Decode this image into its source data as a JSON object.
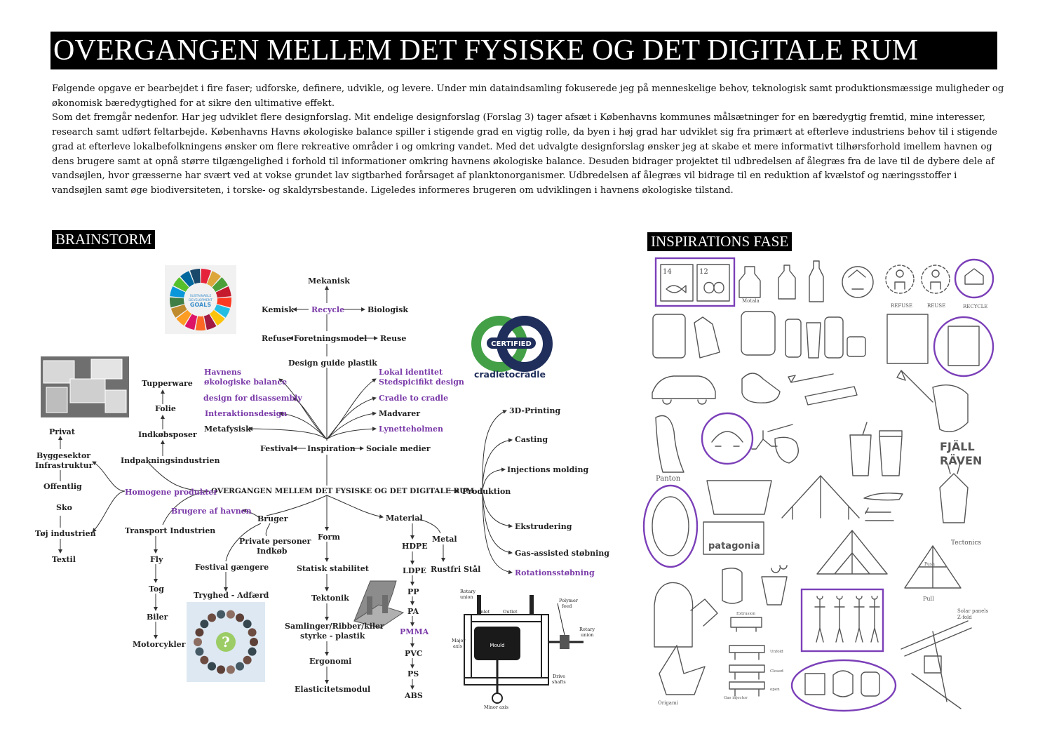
{
  "title": "OVERGANGEN MELLEM DET FYSISKE OG DET DIGITALE RUM",
  "intro": [
    "Følgende opgave er bearbejdet i fire faser; udforske, definere, udvikle, og levere. Under min dataindsamling fokuserede jeg på menneskelige behov, teknologisk samt produktionsmæssige muligheder og økonomisk bæredygtighed for at sikre den ultimative effekt.",
    "Som det fremgår nedenfor. Har jeg udviklet flere designforslag. Mit endelige designforslag (Forslag 3) tager afsæt i Københavns kommunes målsætninger for en bæredygtig fremtid, mine interesser, research samt udført feltarbejde. Københavns Havns økologiske balance spiller i stigende grad en vigtig rolle, da byen i høj grad har udviklet sig fra primært at efterleve industriens behov til i stigende grad at efterleve lokalbefolkningens ønsker om flere rekreative områder i og omkring vandet. Med det udvalgte designforslag ønsker jeg at skabe et mere informativt tilhørsforhold imellem havnen og dens brugere samt at opnå større tilgængelighed i forhold til informationer omkring havnens økologiske balance. Desuden bidrager projektet til udbredelsen af ålegræs fra de lave til de dybere dele af vandsøjlen, hvor græsserne har svært ved at vokse grundet lav sigtbarhed forårsaget af planktonorganismer. Udbredelsen af ålegræs vil bidrage til en reduktion af kvælstof og næringsstoffer i vandsøjlen samt øge biodiversiteten, i torske- og skaldyrsbestande. Ligeledes informeres brugeren om udviklingen i havnens økologiske tilstand."
  ],
  "sections": {
    "brainstorm": "BRAINSTORM",
    "inspiration": "INSPIRATIONS FASE"
  },
  "mindmap": {
    "center": "OVERGANGEN MELLEM DET FYSISKE OG DET DIGITALE RUM",
    "top": {
      "mekanisk": "Mekanisk",
      "kemisk": "Kemisk",
      "recycle": "Recycle",
      "biologisk": "Biologisk",
      "refuse": "Refuse",
      "foretningsmodel": "Foretningsmodel",
      "reuse": "Reuse",
      "design_guide": "Design guide plastik",
      "havnens": "Havnens",
      "okologiske": "økologiske balance",
      "disassembly": "design for disassembly",
      "interaktion": "Interaktionsdesign",
      "metafysisk": "Metafysisk",
      "lokal": "Lokal identitet",
      "stedspecifikt": "Stedspicifikt design",
      "c2c": "Cradle to cradle",
      "madvarer": "Madvarer",
      "lynette": "Lynetteholmen",
      "festival": "Festival",
      "inspiration": "Inspiration",
      "sociale": "Sociale medier"
    },
    "left": {
      "tupperware": "Tupperware",
      "folie": "Folie",
      "indkobsposer": "Indkøbsposer",
      "indpakning": "Indpakningsindustrien",
      "homogene": "Homogene produkter",
      "privat": "Privat",
      "byggesektor": "Byggesektor",
      "infrastruktur": "Infrastruktur",
      "offentlig": "Offentlig",
      "sko": "Sko",
      "toj": "Tøj  industrien",
      "textil": "Textil",
      "transport": "Transport Industrien",
      "fly": "Fly",
      "tog": "Tog",
      "biler": "Biler",
      "motorcykler": "Motorcykler"
    },
    "bottom": {
      "brugere_havn": "Brugere af havnen",
      "bruger": "Bruger",
      "private": "Private personer",
      "indkob": "Indkøb",
      "festival_g": "Festival gængere",
      "tryghed": "Tryghed - Adfærd",
      "form": "Form",
      "statisk": "Statisk stabilitet",
      "tektonik": "Tektonik",
      "samlinger": "Samlinger/Ribber/kiler",
      "styrke": "styrke - plastik",
      "ergonomi": "Ergonomi",
      "elasticitet": "Elasticitetsmodul",
      "material": "Material",
      "hdpe": "HDPE",
      "ldpe": "LDPE",
      "pp": "PP",
      "pa": "PA",
      "pmma": "PMMA",
      "pvc": "PVC",
      "ps": "PS",
      "abs": "ABS",
      "metal": "Metal",
      "rustfri": "Rustfri Stål"
    },
    "right": {
      "produktion": "Produktion",
      "printing": "3D-Printing",
      "casting": "Casting",
      "injection": "Injections molding",
      "ekstrudering": "Ekstrudering",
      "gas": "Gas-assisted støbning",
      "rotation": "Rotationsstøbning"
    }
  },
  "logos": {
    "sdg_line1": "SUSTAINABLE",
    "sdg_line2": "DEVELOPMENT",
    "sdg_line3": "GOALS",
    "c2c_badge": "CERTIFIED",
    "c2c_word": "cradletocradle",
    "sdg_colors": [
      "#e5243b",
      "#dda63a",
      "#4c9f38",
      "#c5192d",
      "#ff3a21",
      "#26bde2",
      "#fcc30b",
      "#a21942",
      "#fd6925",
      "#dd1367",
      "#fd9d24",
      "#bf8b2e",
      "#3f7e44",
      "#0a97d9",
      "#56c02b",
      "#00689d",
      "#19486a"
    ],
    "c2c_colors": {
      "green": "#43a047",
      "navy": "#1f2e5a"
    }
  },
  "machine": {
    "rotary_union": "Rotary",
    "union": "union",
    "inlet": "Inlet",
    "outlet": "Outlet",
    "polymer": "Polymer",
    "feed": "feed",
    "mould": "Mould",
    "major": "Major",
    "axis": "axis",
    "rotary2": "Rotary",
    "union2": "union",
    "drive": "Drive",
    "shafts": "shafts",
    "minor": "Minor axis"
  },
  "sketches": {
    "motala": "Motala",
    "refuse": "REFUSE",
    "reuse": "REUSE",
    "recycle": "RECYCLE",
    "n14": "14",
    "n12": "12",
    "panton": "Panton",
    "fjall": "FJÄLL",
    "raven": "RÄVEN",
    "patagonia": "patagonia",
    "tectonics": "Tectonics",
    "push": "Push",
    "pull": "Pull",
    "origami": "Origami",
    "solar": "Solar panels",
    "solar2": "Z-fold",
    "unfold": "Unfold",
    "closed": "Closed",
    "open": "open",
    "injector": "Gas injector",
    "extrusion": "Extrusion"
  },
  "colors": {
    "accent_purple": "#7b3fb8",
    "title_bg": "#000000"
  }
}
